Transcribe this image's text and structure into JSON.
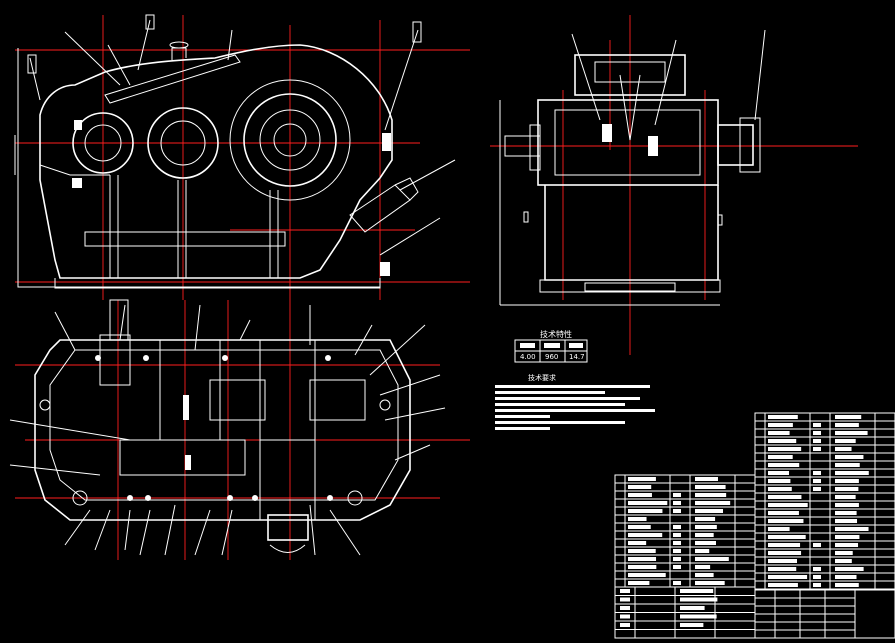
{
  "tech_characteristics": {
    "title": "技术特性",
    "values": [
      "4.00",
      "960",
      "14.7"
    ]
  },
  "tech_requirements": {
    "title": "技术要求"
  }
}
